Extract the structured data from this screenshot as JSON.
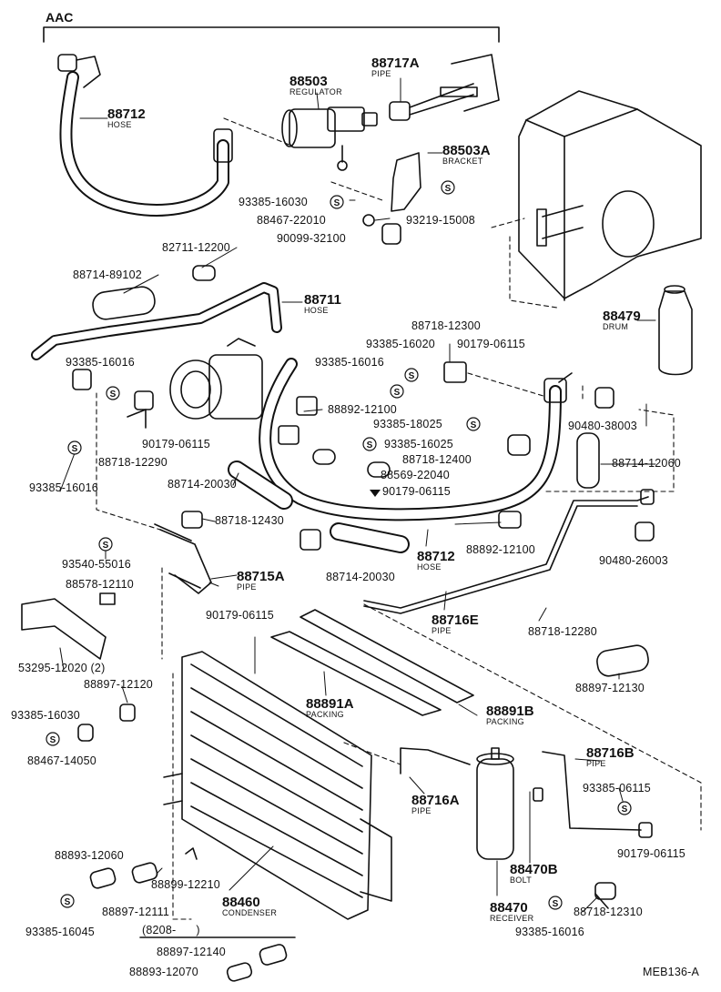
{
  "header": {
    "group": "AAC"
  },
  "footer": {
    "code": "MEB136-A"
  },
  "labels": [
    {
      "id": "hose_88712_top",
      "num": "88712",
      "desc": "HOSE"
    },
    {
      "id": "reg_88503",
      "num": "88503",
      "desc": "REGULATOR"
    },
    {
      "id": "pipe_88717A",
      "num": "88717A",
      "desc": "PIPE"
    },
    {
      "id": "bracket_88503A",
      "num": "88503A",
      "desc": "BRACKET"
    },
    {
      "id": "bolt_93385_16030_top",
      "num": "93385-16030"
    },
    {
      "id": "n_88467_22010",
      "num": "88467-22010"
    },
    {
      "id": "n_93219_15008",
      "num": "93219-15008"
    },
    {
      "id": "n_90099_32100",
      "num": "90099-32100"
    },
    {
      "id": "n_82711_12200",
      "num": "82711-12200"
    },
    {
      "id": "n_88714_89102",
      "num": "88714-89102"
    },
    {
      "id": "hose_88711",
      "num": "88711",
      "desc": "HOSE"
    },
    {
      "id": "n_88718_12300",
      "num": "88718-12300"
    },
    {
      "id": "n_93385_16020",
      "num": "93385-16020"
    },
    {
      "id": "n_90179_06115_a",
      "num": "90179-06115"
    },
    {
      "id": "n_93385_16016_a",
      "num": "93385-16016"
    },
    {
      "id": "n_93385_16016_b",
      "num": "93385-16016"
    },
    {
      "id": "drum_88479",
      "num": "88479",
      "desc": "DRUM"
    },
    {
      "id": "n_88892_12100_a",
      "num": "88892-12100"
    },
    {
      "id": "n_90480_38003",
      "num": "90480-38003"
    },
    {
      "id": "n_93385_18025",
      "num": "93385-18025"
    },
    {
      "id": "n_93385_16025",
      "num": "93385-16025"
    },
    {
      "id": "n_90179_06115_b",
      "num": "90179-06115"
    },
    {
      "id": "n_88718_12290",
      "num": "88718-12290"
    },
    {
      "id": "n_88718_12400",
      "num": "88718-12400"
    },
    {
      "id": "n_88569_22040",
      "num": "88569-22040"
    },
    {
      "id": "n_88714_12060",
      "num": "88714-12060"
    },
    {
      "id": "n_93385_16016_c",
      "num": "93385-16016"
    },
    {
      "id": "n_88714_20030_a",
      "num": "88714-20030"
    },
    {
      "id": "n_90179_06115_c",
      "num": "90179-06115"
    },
    {
      "id": "n_88718_12430",
      "num": "88718-12430"
    },
    {
      "id": "n_88892_12100_b",
      "num": "88892-12100"
    },
    {
      "id": "hose_88712_mid",
      "num": "88712",
      "desc": "HOSE"
    },
    {
      "id": "n_90480_26003",
      "num": "90480-26003"
    },
    {
      "id": "n_93540_55016",
      "num": "93540-55016"
    },
    {
      "id": "pipe_88715A",
      "num": "88715A",
      "desc": "PIPE"
    },
    {
      "id": "n_88714_20030_b",
      "num": "88714-20030"
    },
    {
      "id": "n_88578_12110",
      "num": "88578-12110"
    },
    {
      "id": "pipe_88716E",
      "num": "88716E",
      "desc": "PIPE"
    },
    {
      "id": "n_88718_12280",
      "num": "88718-12280"
    },
    {
      "id": "n_90179_06115_d",
      "num": "90179-06115"
    },
    {
      "id": "n_53295_12020",
      "num": "53295-12020 (2)"
    },
    {
      "id": "n_88897_12120",
      "num": "88897-12120"
    },
    {
      "id": "n_88897_12130",
      "num": "88897-12130"
    },
    {
      "id": "packing_88891A",
      "num": "88891A",
      "desc": "PACKING"
    },
    {
      "id": "packing_88891B",
      "num": "88891B",
      "desc": "PACKING"
    },
    {
      "id": "n_93385_16030_b",
      "num": "93385-16030"
    },
    {
      "id": "n_88467_14050",
      "num": "88467-14050"
    },
    {
      "id": "pipe_88716B",
      "num": "88716B",
      "desc": "PIPE"
    },
    {
      "id": "n_93385_06115",
      "num": "93385-06115"
    },
    {
      "id": "pipe_88716A",
      "num": "88716A",
      "desc": "PIPE"
    },
    {
      "id": "n_90179_06115_e",
      "num": "90179-06115"
    },
    {
      "id": "n_88893_12060",
      "num": "88893-12060"
    },
    {
      "id": "n_88899_12210",
      "num": "88899-12210"
    },
    {
      "id": "bolt_88470B",
      "num": "88470B",
      "desc": "BOLT"
    },
    {
      "id": "condenser_88460",
      "num": "88460",
      "desc": "CONDENSER"
    },
    {
      "id": "receiver_88470",
      "num": "88470",
      "desc": "RECEIVER"
    },
    {
      "id": "n_88718_12310",
      "num": "88718-12310"
    },
    {
      "id": "n_88897_12111",
      "num": "88897-12111"
    },
    {
      "id": "n_93385_16045",
      "num": "93385-16045"
    },
    {
      "id": "n_93385_16016_d",
      "num": "93385-16016"
    },
    {
      "id": "n_8208",
      "num": "(8208-      )"
    },
    {
      "id": "n_88897_12140",
      "num": "88897-12140"
    },
    {
      "id": "n_88893_12070",
      "num": "88893-12070"
    }
  ]
}
